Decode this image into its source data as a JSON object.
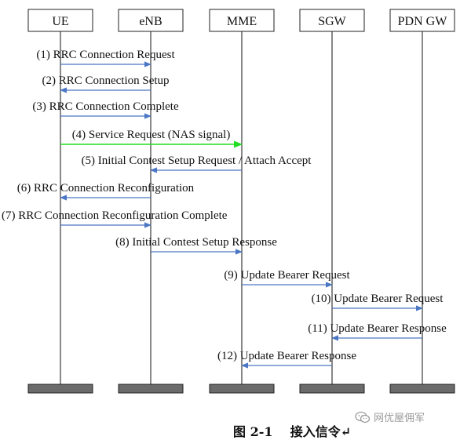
{
  "entities": [
    "UE",
    "eNB",
    "MME",
    "SGW",
    "PDN GW"
  ],
  "messages": [
    {
      "label": "(1) RRC Connection Request",
      "from": 0,
      "to": 1,
      "color": "#4a76c4"
    },
    {
      "label": "(2) RRC Connection Setup",
      "from": 1,
      "to": 0,
      "color": "#4a76c4"
    },
    {
      "label": "(3) RRC Connection Complete",
      "from": 0,
      "to": 1,
      "color": "#4a76c4"
    },
    {
      "label": "(4) Service Request (NAS signal)",
      "from": 0,
      "to": 2,
      "color": "#22dd22"
    },
    {
      "label": "(5) Initial Contest Setup Request / Attach Accept",
      "from": 2,
      "to": 1,
      "color": "#4a76c4"
    },
    {
      "label": "(6) RRC Connection Reconfiguration",
      "from": 1,
      "to": 0,
      "color": "#4a76c4"
    },
    {
      "label": "(7) RRC Connection Reconfiguration Complete",
      "from": 0,
      "to": 1,
      "color": "#4a76c4"
    },
    {
      "label": "(8) Initial Contest Setup Response",
      "from": 1,
      "to": 2,
      "color": "#4a76c4"
    },
    {
      "label": "(9) Update Bearer Request",
      "from": 2,
      "to": 3,
      "color": "#4a76c4"
    },
    {
      "label": "(10) Update Bearer Request",
      "from": 3,
      "to": 4,
      "color": "#4a76c4"
    },
    {
      "label": "(11) Update Bearer Response",
      "from": 4,
      "to": 3,
      "color": "#4a76c4"
    },
    {
      "label": "(12) Update Bearer Response",
      "from": 3,
      "to": 2,
      "color": "#4a76c4"
    }
  ],
  "caption": "图 2-1    接入信令↵",
  "watermark": "网优屋佣军",
  "watermark_icon": "wechat-icon"
}
